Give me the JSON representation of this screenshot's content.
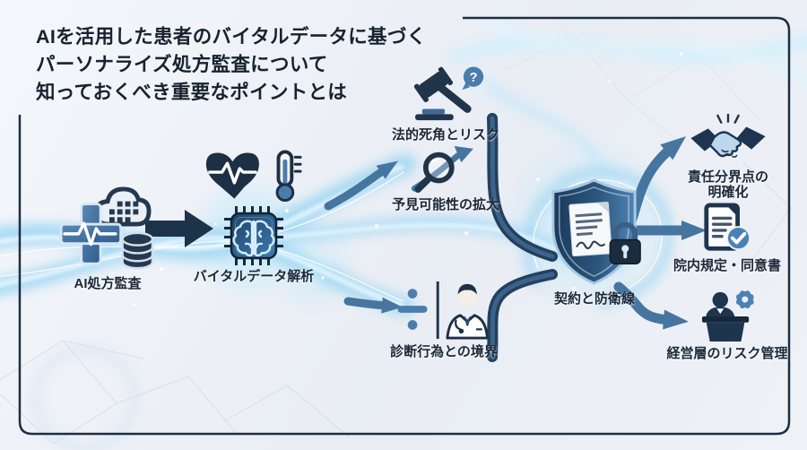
{
  "title": {
    "line1": "AIを活用した患者のバイタルデータに基づく",
    "line2": "パーソナライズ処方監査について",
    "line3": "知っておくべき重要なポイントとは"
  },
  "nodes": {
    "source": {
      "label": "AI処方監査"
    },
    "analysis": {
      "label": "バイタルデータ解析"
    },
    "legal": {
      "label": "法的死角とリスク",
      "badge": "?"
    },
    "foresight": {
      "label": "予見可能性の拡大"
    },
    "boundary": {
      "label": "診断行為との境界",
      "divide_sign": "÷"
    },
    "defense": {
      "label": "契約と防衛線"
    },
    "responsibility": {
      "label_line1": "責任分界点の",
      "label_line2": "明確化"
    },
    "rules": {
      "label": "院内規定・同意書"
    },
    "management": {
      "label": "経営層のリスク管理"
    }
  },
  "icons": {
    "source": "medical-cross-cloud-database-icon",
    "analysis_vitals": "heartbeat-thermometer-icon",
    "analysis_chip": "ai-chip-brain-icon",
    "legal": "gavel-question-icon",
    "foresight": "magnifier-growth-arrow-icon",
    "boundary": "division-doctor-icon",
    "defense": "shield-contract-lock-icon",
    "responsibility": "handshake-icon",
    "rules": "document-check-icon",
    "management": "executive-gear-podium-icon"
  },
  "colors": {
    "background": "#edf1f6",
    "frame": "#1d2e42",
    "title_text": "#16222f",
    "label_text": "#1b2838",
    "dark_navy": "#1d3349",
    "steel_blue": "#46769f",
    "accent_blue": "#4b82b4",
    "glow_cyan": "#9ed7f3"
  }
}
